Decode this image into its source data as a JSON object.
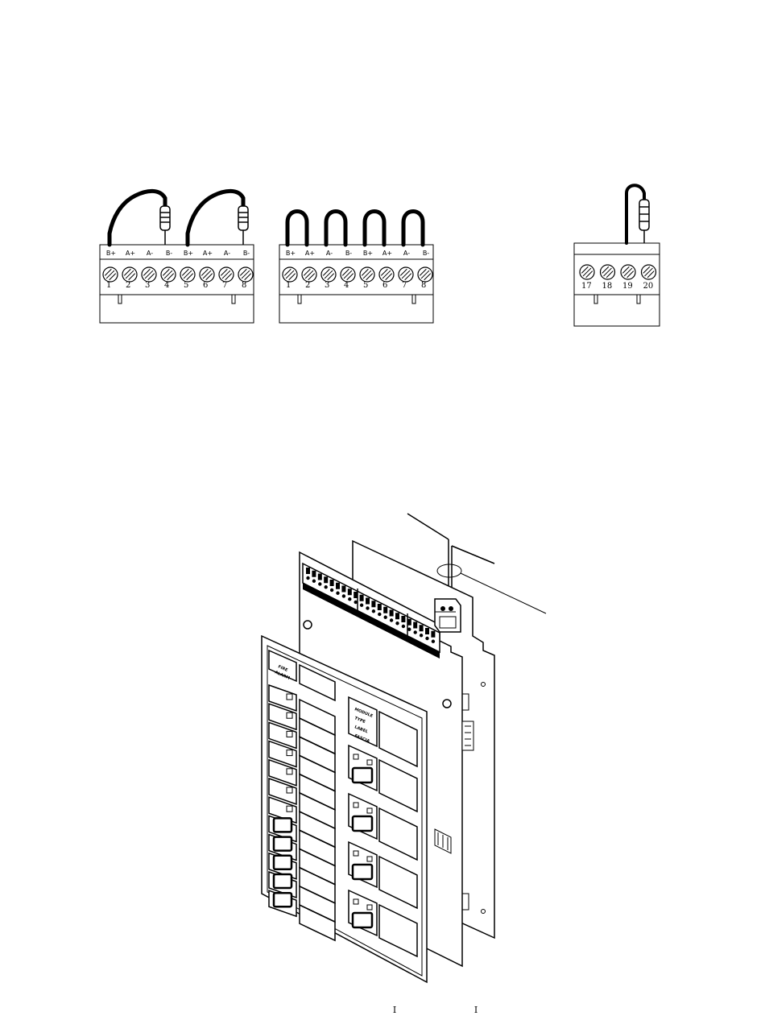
{
  "diagram": {
    "terminal_block_a": {
      "signal_labels": [
        "B+",
        "A+",
        "A-",
        "B-",
        "B+",
        "A+",
        "A-",
        "B-"
      ],
      "terminal_numbers": [
        "1",
        "2",
        "3",
        "4",
        "5",
        "6",
        "7",
        "8"
      ],
      "jumper_type": "end-of-line resistor",
      "resistor_count": 2
    },
    "terminal_block_b": {
      "signal_labels": [
        "B+",
        "A+",
        "A-",
        "B-",
        "B+",
        "A+",
        "A-",
        "B-"
      ],
      "terminal_numbers": [
        "1",
        "2",
        "3",
        "4",
        "5",
        "6",
        "7",
        "8"
      ],
      "jumper_type": "wire link",
      "jumper_count": 4
    },
    "terminal_block_c": {
      "terminal_numbers": [
        "17",
        "18",
        "19",
        "20"
      ],
      "jumper_type": "end-of-line resistor",
      "resistor_count": 1
    },
    "panel": {
      "header_label_line1": "FIRE",
      "header_label_line2": "ALARM",
      "module_label_lines": [
        "MODULE",
        "TYPE",
        "LABEL",
        "FASCIA"
      ],
      "left_rows": 12,
      "right_modules": 4
    },
    "footer_marks": [
      "I",
      "I"
    ]
  }
}
